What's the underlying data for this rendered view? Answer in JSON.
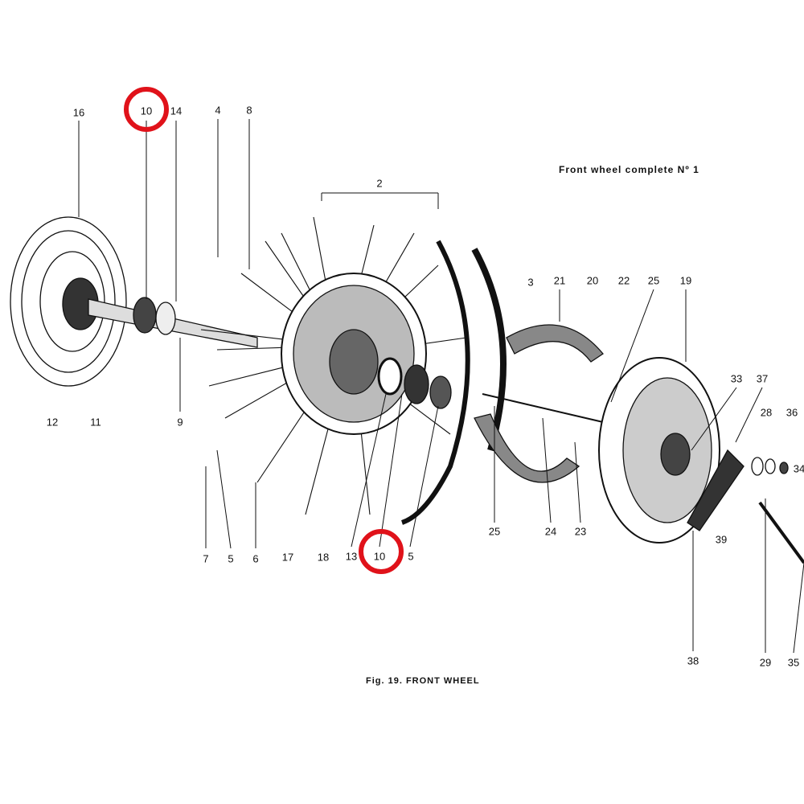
{
  "title": "Front wheel complete  Nº 1",
  "caption": "Fig. 19.  FRONT WHEEL",
  "highlight_color": "#e0121a",
  "labels": [
    "16",
    "10",
    "14",
    "4",
    "8",
    "2",
    "3",
    "21",
    "20",
    "22",
    "25",
    "19",
    "33",
    "37",
    "28",
    "36",
    "34",
    "12",
    "11",
    "9",
    "7",
    "5",
    "6",
    "17",
    "18",
    "13",
    "10",
    "5",
    "25",
    "24",
    "23",
    "39",
    "38",
    "29",
    "35"
  ]
}
